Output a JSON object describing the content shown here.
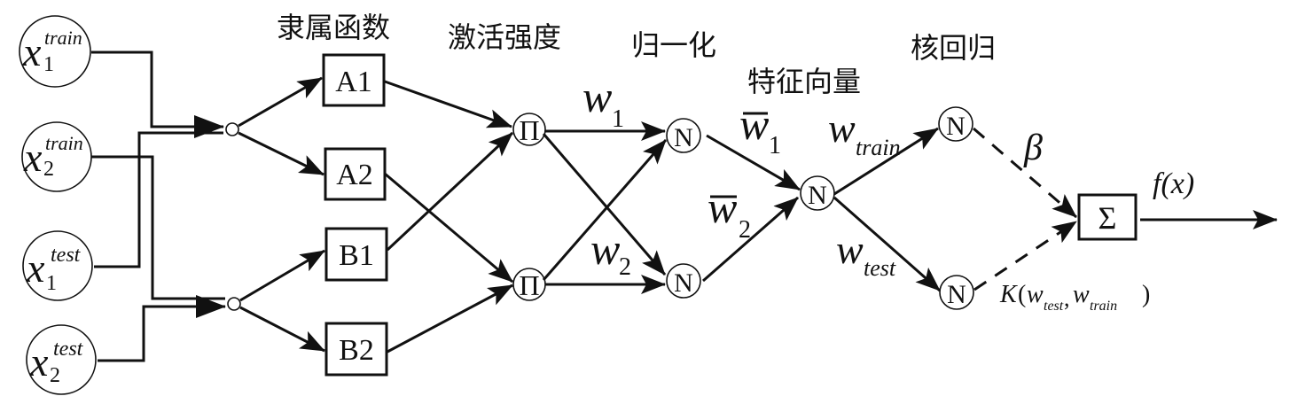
{
  "diagram": {
    "layer_labels": {
      "membership": "隶属函数",
      "activation": "激活强度",
      "normalization": "归一化",
      "feature_vector": "特征向量",
      "kernel_regression": "核回归"
    },
    "inputs": [
      {
        "base": "x",
        "sub": "1",
        "sup": "train"
      },
      {
        "base": "x",
        "sub": "2",
        "sup": "train"
      },
      {
        "base": "x",
        "sub": "1",
        "sup": "test"
      },
      {
        "base": "x",
        "sub": "2",
        "sup": "test"
      }
    ],
    "membership_boxes": [
      "A1",
      "A2",
      "B1",
      "B2"
    ],
    "product_nodes": [
      "Π",
      "Π"
    ],
    "norm_nodes": [
      "N",
      "N",
      "N",
      "N",
      "N"
    ],
    "sum_node": "Σ",
    "edge_labels": {
      "w1": {
        "base": "w",
        "sub": "1"
      },
      "w2": {
        "base": "w",
        "sub": "2"
      },
      "wbar1": {
        "base": "w",
        "sub": "1"
      },
      "wbar2": {
        "base": "w",
        "sub": "2"
      },
      "wtrain": {
        "base": "w",
        "sub": "train"
      },
      "wtest": {
        "base": "w",
        "sub": "test"
      },
      "beta": "β",
      "kernel": {
        "func": "K",
        "open": "(",
        "a": "w",
        "a_sub": "test",
        "sep": ",",
        "b": "w",
        "b_sub": "train",
        "close": ")"
      },
      "output": "f(x)"
    }
  }
}
